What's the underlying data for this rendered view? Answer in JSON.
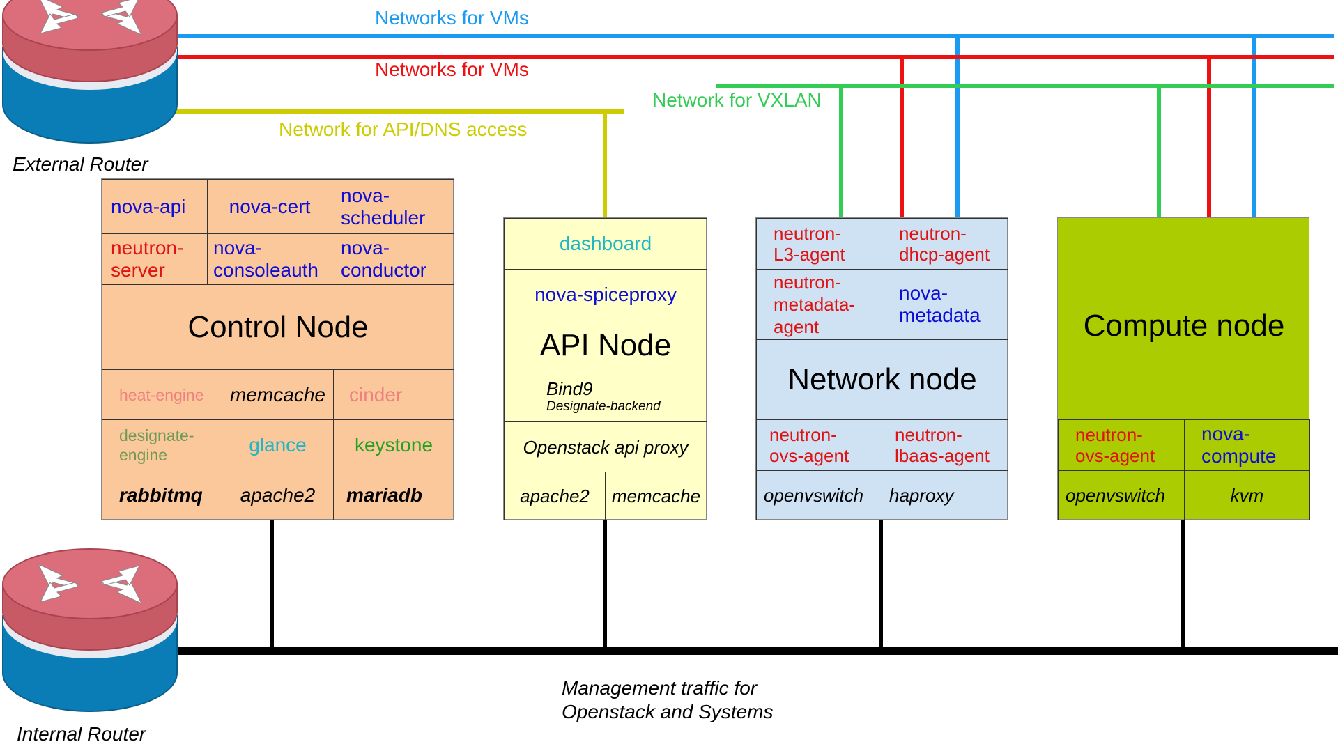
{
  "networks": {
    "vms_blue": "Networks for VMs",
    "vms_red": "Networks for VMs",
    "vxlan": "Network for VXLAN",
    "api_dns": "Network for API/DNS access",
    "management_line1": "Management traffic for",
    "management_line2": "Openstack and Systems"
  },
  "routers": {
    "external": "External Router",
    "internal": "Internal Router"
  },
  "control_node": {
    "title": "Control Node",
    "services": {
      "nova_api": "nova-api",
      "nova_cert": "nova-cert",
      "nova_scheduler_1": "nova-",
      "nova_scheduler_2": "scheduler",
      "neutron_server_1": "neutron-",
      "neutron_server_2": "server",
      "nova_consoleauth_1": "nova-",
      "nova_consoleauth_2": "consoleauth",
      "nova_conductor_1": "nova-",
      "nova_conductor_2": "conductor",
      "heat_engine": "heat-engine",
      "memcache": "memcache",
      "cinder": "cinder",
      "designate_engine_1": "designate-",
      "designate_engine_2": "engine",
      "glance": "glance",
      "keystone": "keystone",
      "rabbitmq": "rabbitmq",
      "apache2": "apache2",
      "mariadb": "mariadb"
    }
  },
  "api_node": {
    "title": "API Node",
    "services": {
      "dashboard": "dashboard",
      "nova_spiceproxy": "nova-spiceproxy",
      "bind9": "Bind9",
      "designate_backend": "Designate-backend",
      "api_proxy": "Openstack api proxy",
      "apache2": "apache2",
      "memcache": "memcache"
    }
  },
  "network_node": {
    "title": "Network node",
    "services": {
      "l3_agent_1": "neutron-",
      "l3_agent_2": "L3-agent",
      "dhcp_agent_1": "neutron-",
      "dhcp_agent_2": "dhcp-agent",
      "metadata_agent_1": "neutron-",
      "metadata_agent_2": "metadata-",
      "metadata_agent_3": "agent",
      "nova_metadata_1": "nova-",
      "nova_metadata_2": "metadata",
      "ovs_agent_1": "neutron-",
      "ovs_agent_2": "ovs-agent",
      "lbaas_agent_1": "neutron-",
      "lbaas_agent_2": "lbaas-agent",
      "openvswitch": "openvswitch",
      "haproxy": "haproxy"
    }
  },
  "compute_node": {
    "title": "Compute node",
    "services": {
      "ovs_agent_1": "neutron-",
      "ovs_agent_2": "ovs-agent",
      "nova_compute_1": "nova-",
      "nova_compute_2": "compute",
      "openvswitch": "openvswitch",
      "kvm": "kvm"
    }
  },
  "colors": {
    "blue_net": "#1a9af0",
    "red_net": "#ee1111",
    "green_net": "#33cc55",
    "yellow_net": "#cccc00",
    "mgmt_net": "#000000",
    "control_bg": "#fbc89c",
    "api_bg": "#ffffc8",
    "network_bg": "#cfe2f3",
    "compute_bg": "#aacc00"
  }
}
